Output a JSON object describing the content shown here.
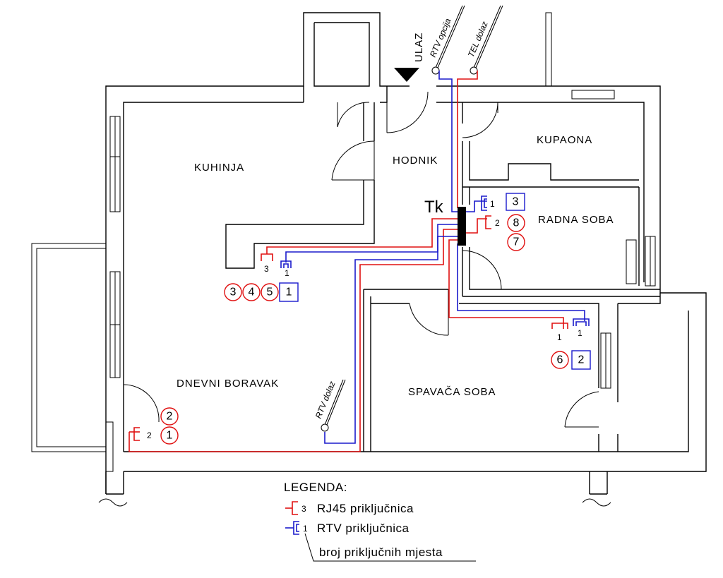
{
  "rooms": {
    "kuhinja": "KUHINJA",
    "hodnik": "HODNIK",
    "kupaona": "KUPAONA",
    "radna_soba": "RADNA SOBA",
    "dnevni_boravak": "DNEVNI BORAVAK",
    "spavaca_soba": "SPAVAČA SOBA"
  },
  "entrance": "ULAZ",
  "cabinet": "Tk",
  "notes": {
    "rtv_opcija": "RTV opcija",
    "tel_dolaz": "TEL dolaz",
    "rtv_dolaz": "RTV dolaz"
  },
  "outlets": {
    "kuhinja": {
      "rj45_count": "3",
      "rtv_count": "1",
      "rj45_ids": [
        "3",
        "4",
        "5"
      ],
      "rtv_ids": [
        "1"
      ]
    },
    "radna_soba": {
      "rj45_count": "2",
      "rtv_count": "1",
      "rj45_ids": [
        "8",
        "7"
      ],
      "rtv_ids": [
        "3"
      ]
    },
    "spavaca_soba": {
      "rj45_count": "1",
      "rtv_count": "1",
      "rj45_ids": [
        "6"
      ],
      "rtv_ids": [
        "2"
      ]
    },
    "dnevni_boravak": {
      "rj45_count": "2",
      "rj45_ids": [
        "2",
        "1"
      ]
    }
  },
  "legend": {
    "title": "LEGENDA:",
    "rj45_label": "RJ45 priključnica",
    "rtv_label": "RTV priključnica",
    "count_label": "broj priključnih mjesta",
    "rj45_sample_count": "3",
    "rtv_sample_count": "1"
  },
  "colors": {
    "rj45": "#e01010",
    "rtv": "#1a1acc",
    "walls": "#000000"
  }
}
